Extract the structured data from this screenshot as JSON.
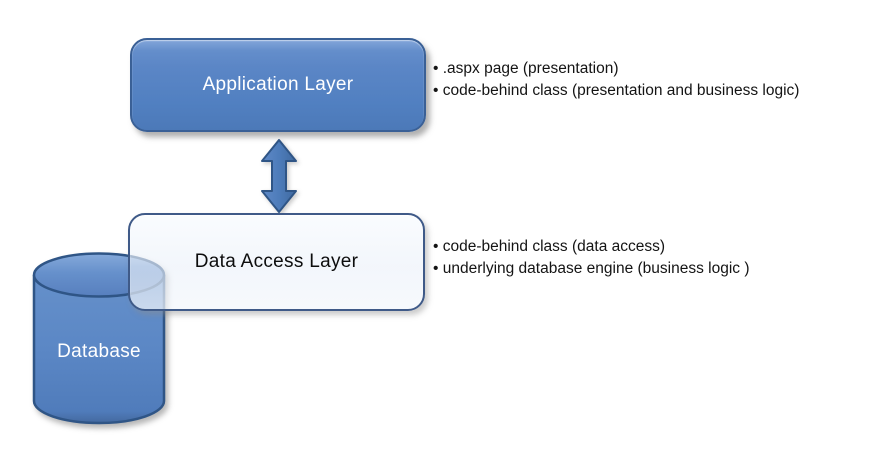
{
  "application_layer": {
    "label": "Application Layer",
    "bullets": [
      ".aspx page (presentation)",
      "code-behind class (presentation and business logic)"
    ],
    "fill": "#5b86c6",
    "border": "#3a6096",
    "text_color": "#ffffff"
  },
  "data_access_layer": {
    "label": "Data Access Layer",
    "bullets": [
      "code-behind class (data access)",
      "underlying database engine (business logic )"
    ],
    "fill": "#ecf2f9",
    "border": "#3f5a88",
    "text_color": "#0d0d0d"
  },
  "database": {
    "label": "Database",
    "fill": "#5b86c4",
    "border": "#2f5586",
    "text_color": "#ffffff"
  },
  "arrow": {
    "type": "vertical-double-arrow",
    "fill": "#4d7cba",
    "border": "#2f5586"
  }
}
